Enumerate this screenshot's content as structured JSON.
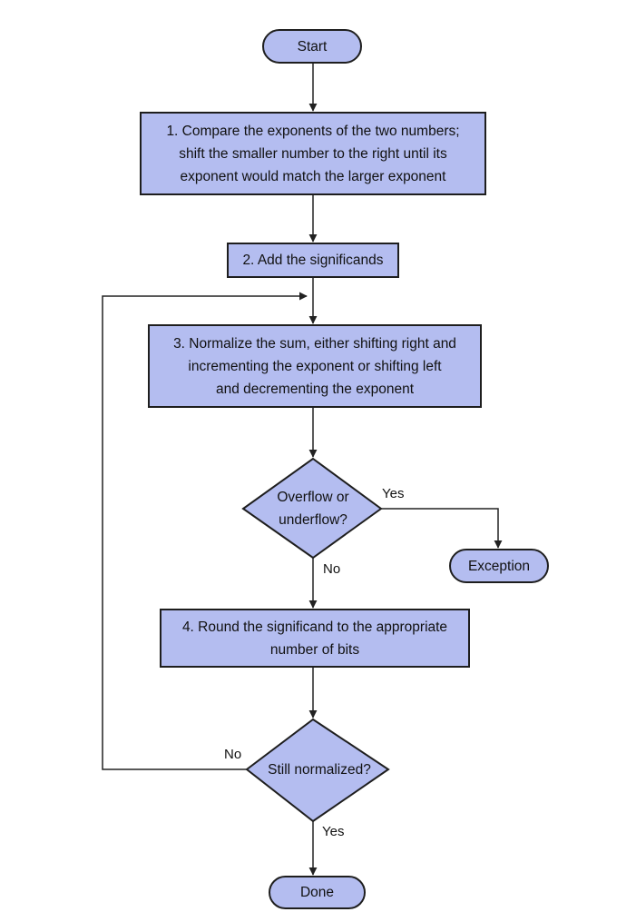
{
  "colors": {
    "fill": "#b4bdf0",
    "stroke": "#1e1e1e",
    "line": "#222222",
    "background": "#ffffff"
  },
  "nodes": {
    "start": "Start",
    "step1": "1.  Compare the exponents of the two numbers;\nshift the smaller number to the right until its\nexponent would match the larger exponent",
    "step2": "2. Add the significands",
    "step3": "3. Normalize the sum, either shifting right and\nincrementing the exponent or shifting left\nand decrementing the exponent",
    "decision1": "Overflow or\nunderflow?",
    "exception": "Exception",
    "step4": "4. Round the significand to the appropriate\nnumber of bits",
    "decision2": "Still normalized?",
    "done": "Done"
  },
  "edge_labels": {
    "overflow_yes": "Yes",
    "overflow_no": "No",
    "normalized_no": "No",
    "normalized_yes": "Yes"
  }
}
